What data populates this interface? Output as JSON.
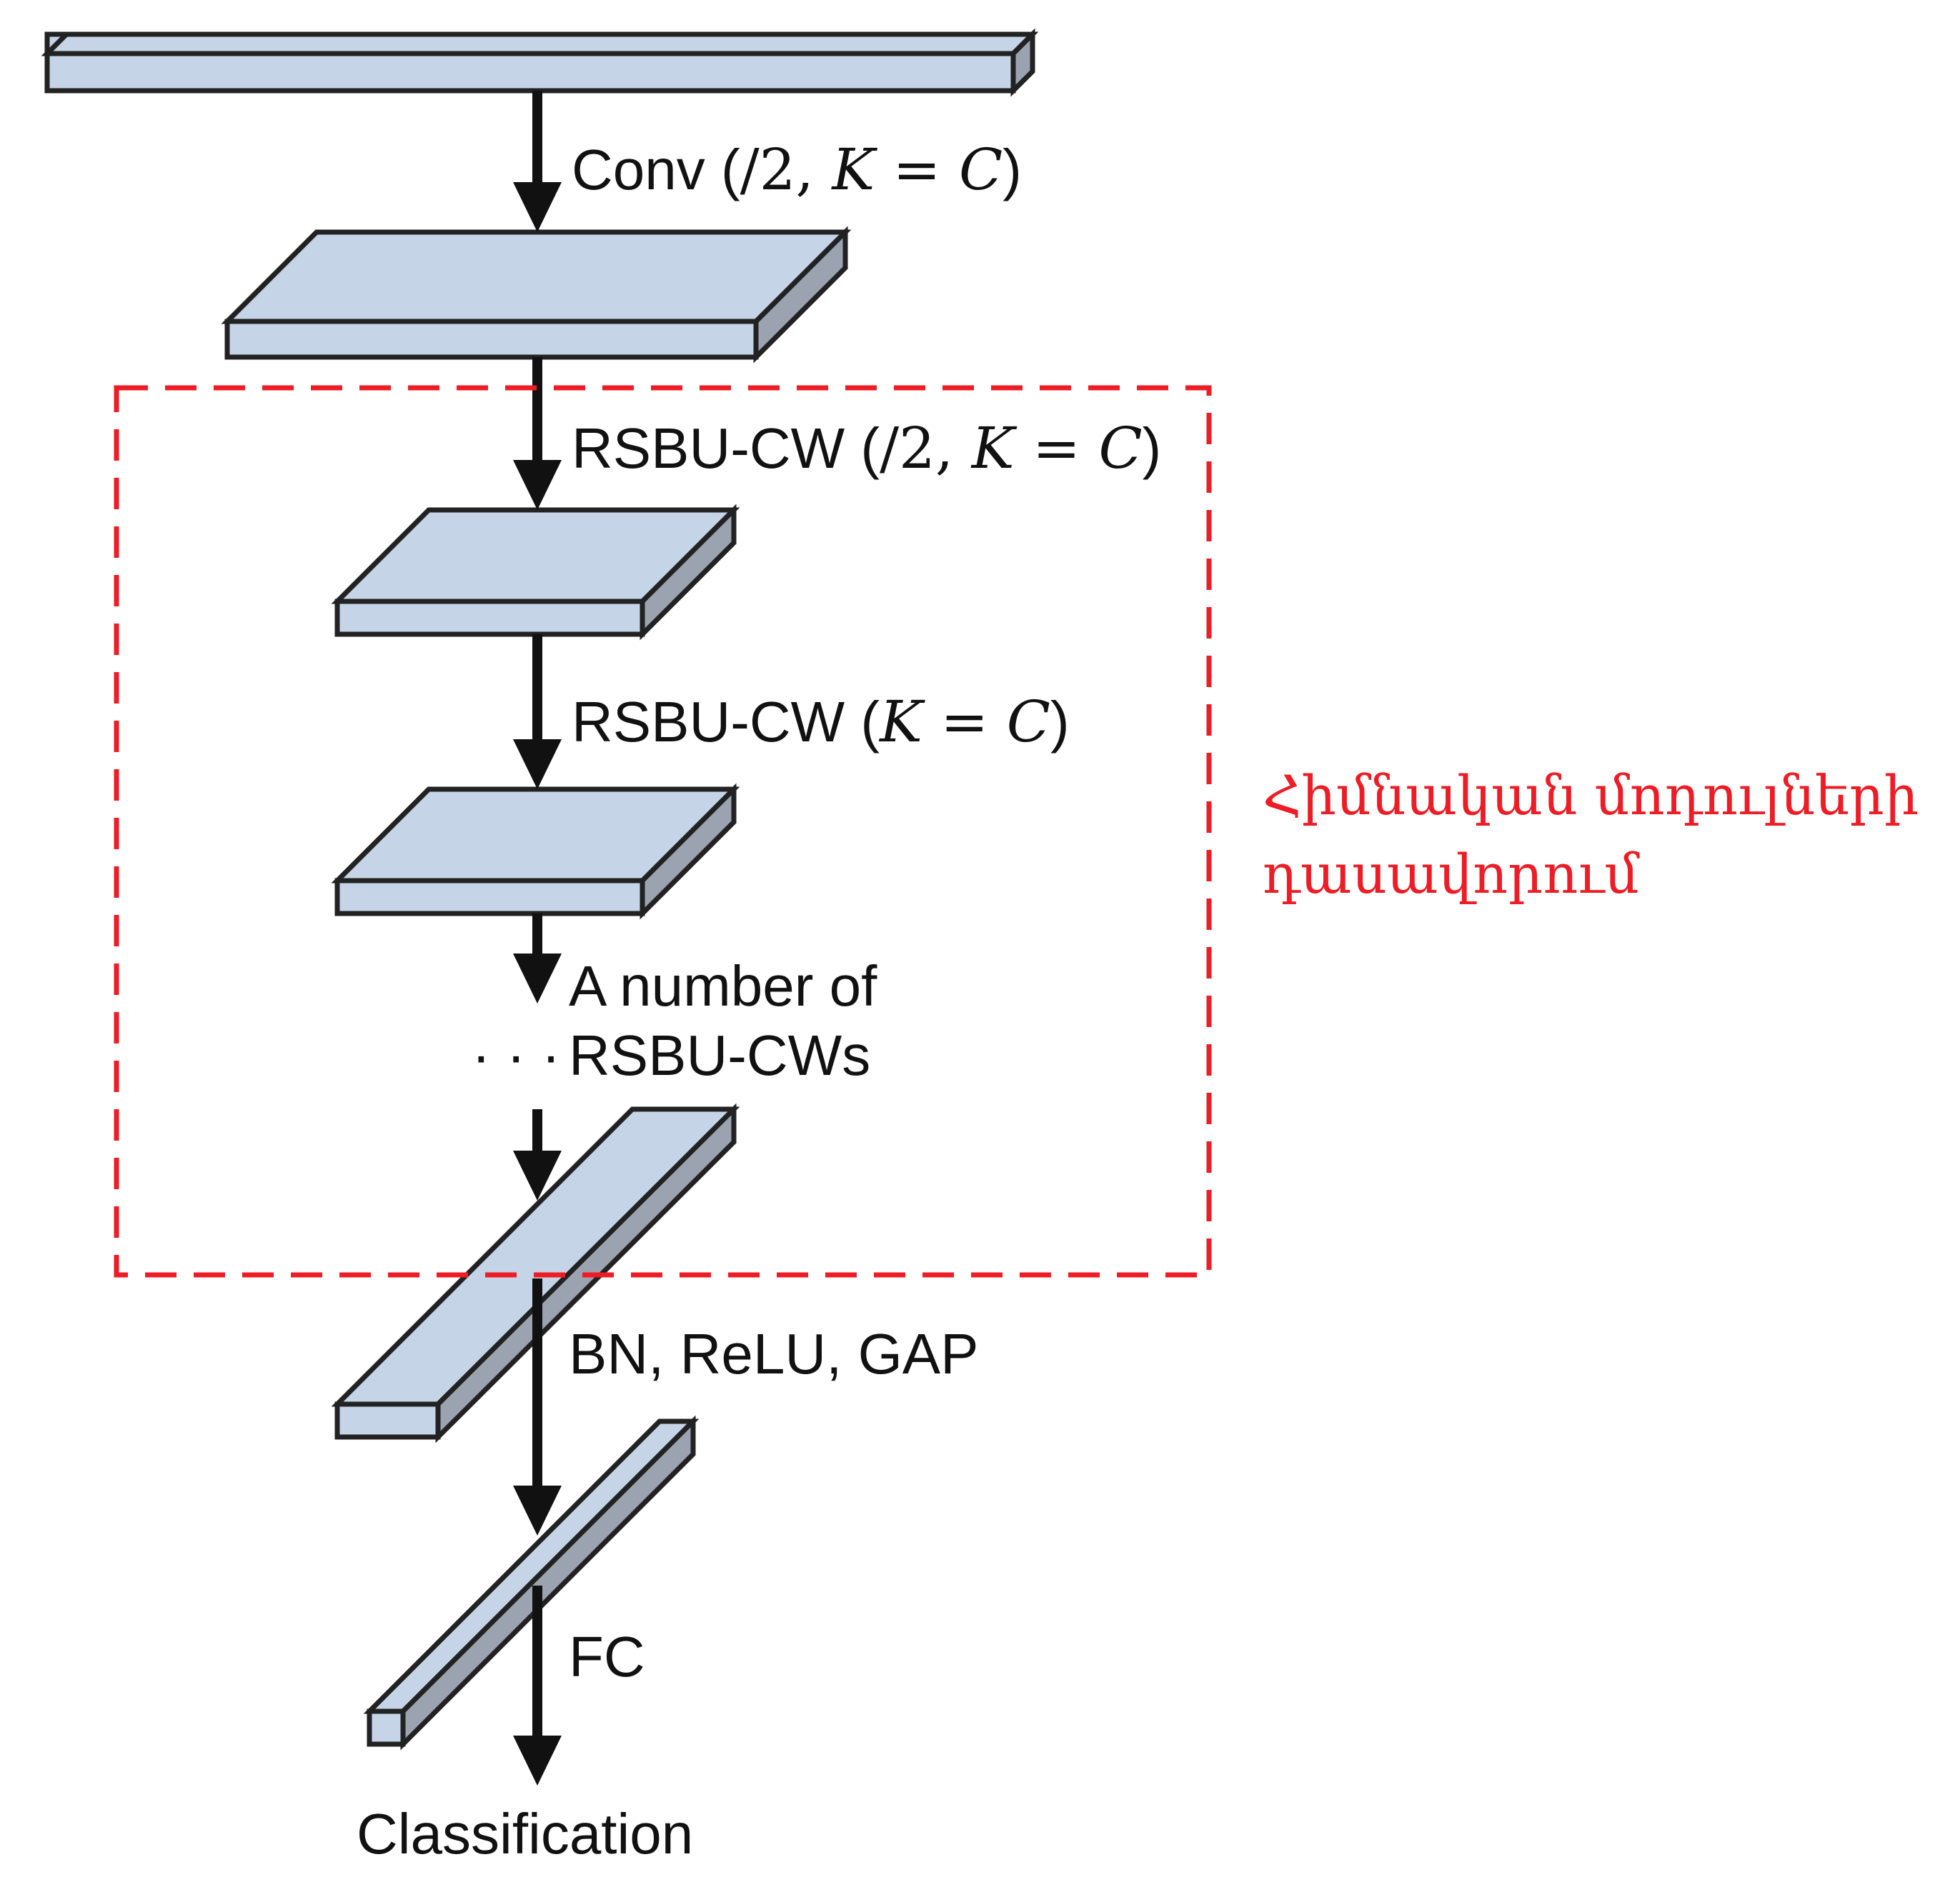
{
  "colors": {
    "block_top": "#c5d5e7",
    "block_front": "#c5d5e7",
    "block_side": "#9ba3b1",
    "outline": "#222222",
    "arrow": "#111111",
    "group_border": "#ee1c25",
    "group_label": "#ee1c25"
  },
  "labels": {
    "conv": {
      "text": "Conv (",
      "m1": "/2, ",
      "m2": "K",
      "m3": " = ",
      "m4": "C",
      "m5": ")"
    },
    "rsbu1": {
      "text": "RSBU-CW (",
      "m1": "/2, ",
      "m2": "K",
      "m3": " = ",
      "m4": "C",
      "m5": ")"
    },
    "rsbu2": {
      "text": "RSBU-CW (",
      "m2": "K",
      "m3": " = ",
      "m4": "C",
      "m5": ")"
    },
    "many_line1": "A number of",
    "many_line2": "RSBU-CWs",
    "ellipsis": "· · ·",
    "bn": "BN, ReLU, GAP",
    "fc": "FC",
    "classification": "Classification"
  },
  "group": {
    "label_line1": "Հիմնական մոդուլների",
    "label_line2": "դասավորում"
  }
}
